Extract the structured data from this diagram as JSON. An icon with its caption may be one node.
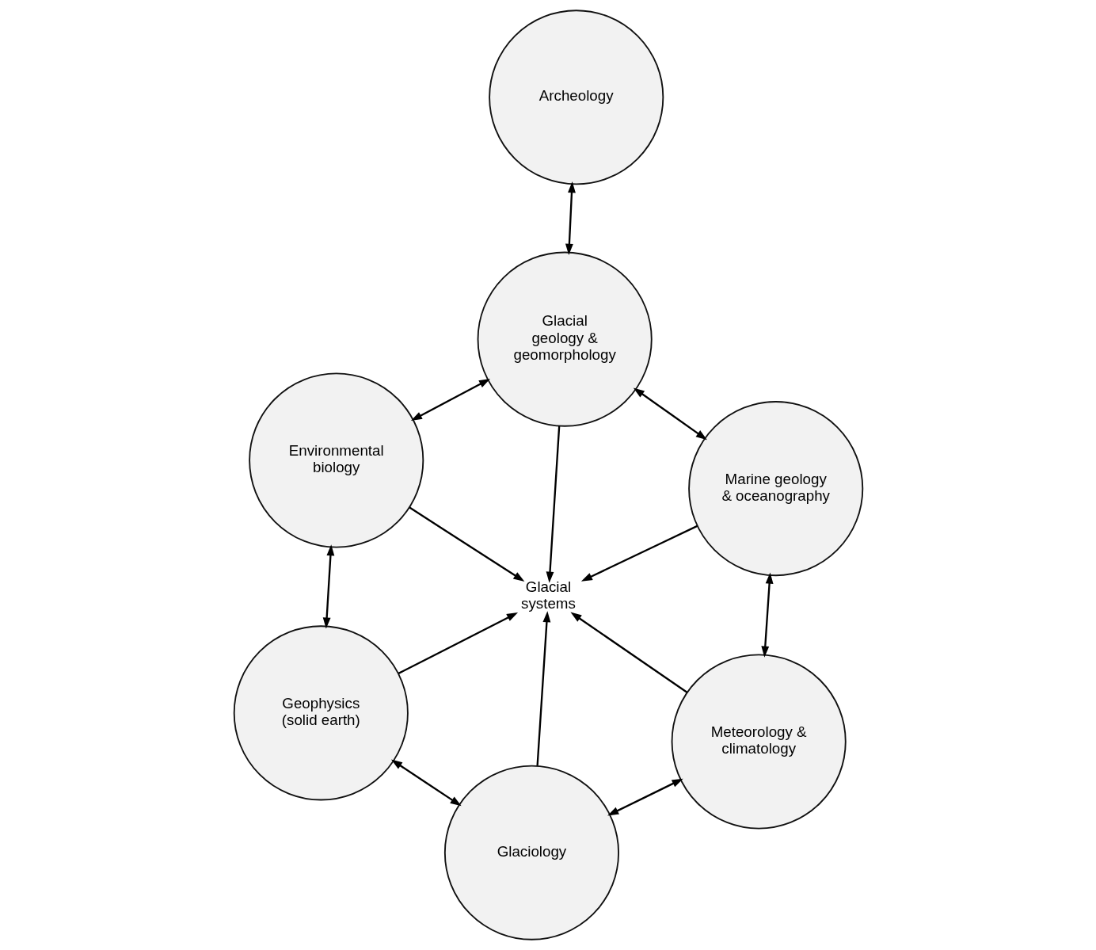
{
  "diagram": {
    "nodes": [
      {
        "text": [
          "Environmental biology"
        ]
      },
      {
        "text": [
          "Glacial geology & geomorphology"
        ]
      },
      {
        "text": [
          "Geophysics (solid earth)"
        ]
      },
      {
        "text": [
          "Archeology"
        ]
      },
      {
        "text": [
          "Glacial systems"
        ]
      },
      {
        "text": [
          "Marine geology & oceanography"
        ]
      },
      {
        "text": [
          "Glaciology"
        ]
      },
      {
        "text": [
          "Meteorology & climatology"
        ]
      }
    ],
    "edges": [
      {
        "from": 1,
        "to": 0,
        "arrow": "both"
      },
      {
        "from": 0,
        "to": 2,
        "arrow": "both"
      },
      {
        "from": 1,
        "to": 3,
        "arrow": "both"
      },
      {
        "from": 1,
        "to": 5,
        "arrow": "both"
      },
      {
        "from": 2,
        "to": 6,
        "arrow": "both"
      },
      {
        "from": 5,
        "to": 7,
        "arrow": "both"
      },
      {
        "from": 7,
        "to": 6,
        "arrow": "both"
      },
      {
        "from": 0,
        "to": 4,
        "arrow": "to"
      },
      {
        "from": 1,
        "to": 4,
        "arrow": "to"
      },
      {
        "from": 2,
        "to": 4,
        "arrow": "to"
      },
      {
        "from": 6,
        "to": 4,
        "arrow": "to"
      },
      {
        "from": 7,
        "to": 4,
        "arrow": "to"
      },
      {
        "from": 5,
        "to": 4,
        "arrow": "to"
      }
    ]
  }
}
